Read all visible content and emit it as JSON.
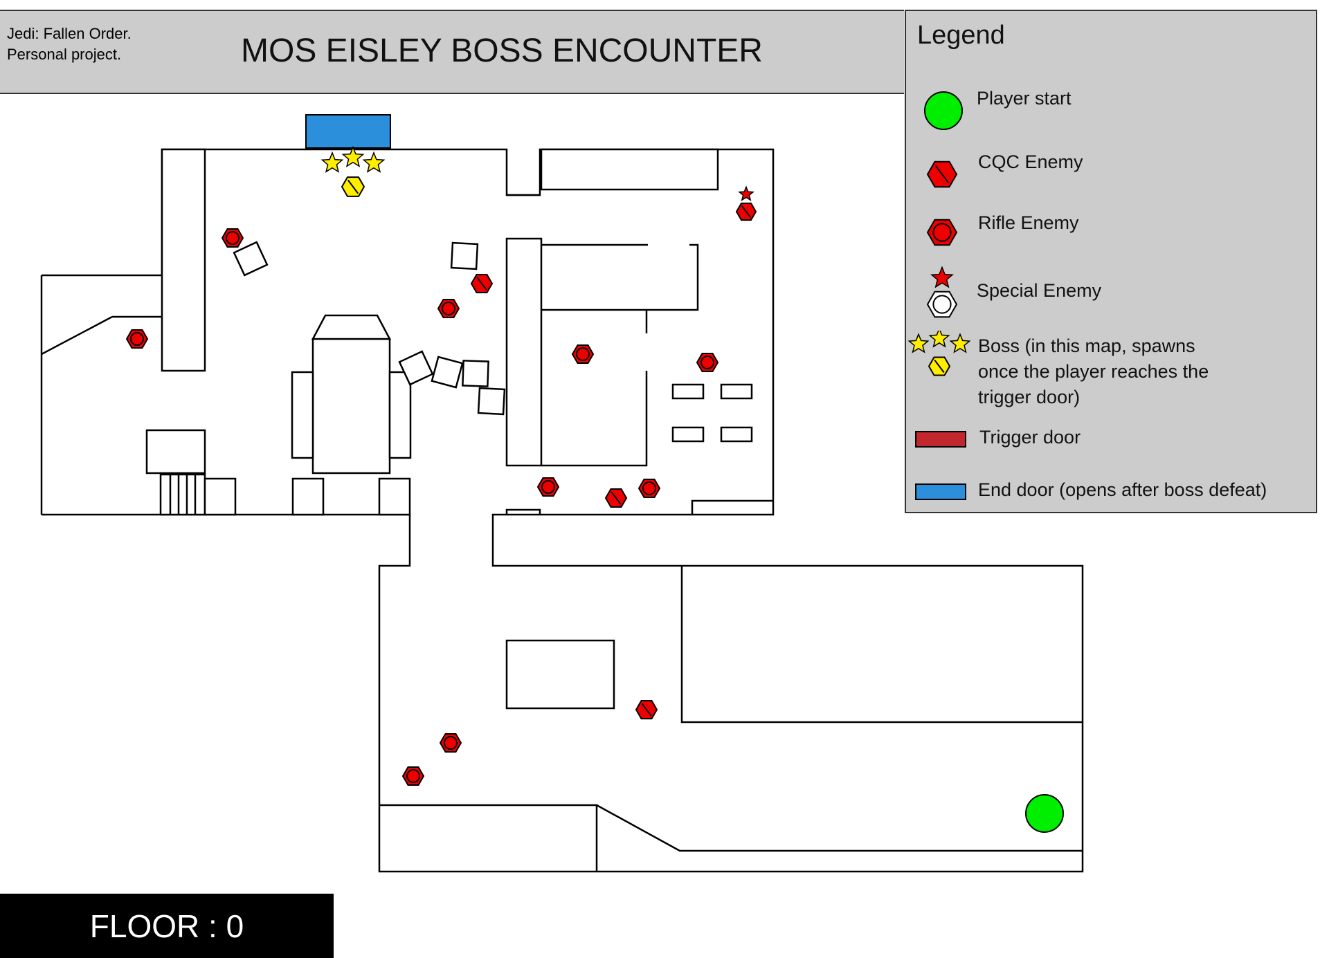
{
  "header": {
    "credits_line1": "Jedi: Fallen Order.",
    "credits_line2": "Personal project.",
    "title": "MOS EISLEY BOSS ENCOUNTER"
  },
  "legend": {
    "title": "Legend",
    "items": {
      "player_start": "Player start",
      "cqc_enemy": "CQC Enemy",
      "rifle_enemy": "Rifle Enemy",
      "special_enemy": "Special Enemy",
      "boss_line1": "Boss (in this map, spawns",
      "boss_line2": "once the player reaches the",
      "boss_line3": "trigger door)",
      "trigger_door": "Trigger door",
      "end_door": "End door (opens after boss defeat)"
    }
  },
  "floor": {
    "label": "FLOOR : 0"
  },
  "colors": {
    "player_start": "#00ee00",
    "enemy": "#ee0000",
    "boss": "#ffee00",
    "trigger_door": "#c1272d",
    "end_door": "#2b8fdb",
    "panel": "#cccccc"
  }
}
